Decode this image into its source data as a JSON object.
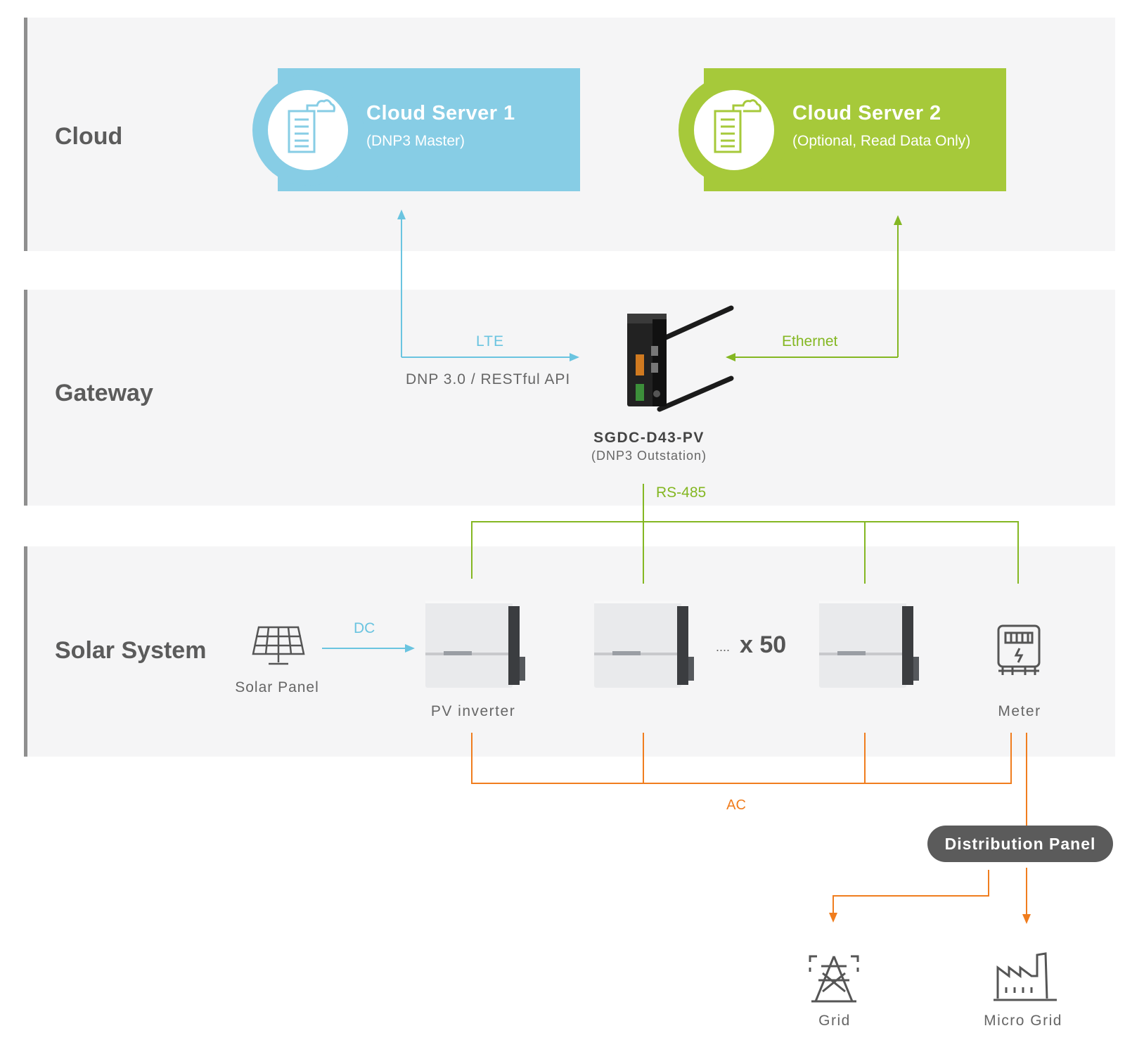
{
  "sections": {
    "cloud": "Cloud",
    "gateway": "Gateway",
    "solar": "Solar System"
  },
  "cloud_server_1": {
    "title": "Cloud Server 1",
    "subtitle": "(DNP3 Master)"
  },
  "cloud_server_2": {
    "title": "Cloud Server 2",
    "subtitle": "(Optional, Read Data Only)"
  },
  "gateway": {
    "device_name": "SGDC-D43-PV",
    "device_role": "(DNP3 Outstation)",
    "lte_label": "LTE",
    "protocol_label": "DNP 3.0 / RESTful API",
    "ethernet_label": "Ethernet",
    "rs485_label": "RS-485"
  },
  "solar": {
    "panel_label": "Solar Panel",
    "dc_label": "DC",
    "inverter_label": "PV inverter",
    "multiplier_dots": "....",
    "multiplier": "x 50",
    "meter_label": "Meter",
    "ac_label": "AC"
  },
  "distribution": {
    "panel_label": "Distribution Panel",
    "grid_label": "Grid",
    "micro_grid_label": "Micro Grid"
  },
  "colors": {
    "blue": "#87cde5",
    "green": "#a6c93a",
    "orange": "#f07d1e",
    "link_blue": "#6ac4e0",
    "link_green": "#84b722",
    "band": "#f5f5f6"
  },
  "icons": [
    "server-cloud-icon",
    "gateway-device-image",
    "solar-panel-icon",
    "pv-inverter-image",
    "meter-icon",
    "grid-tower-icon",
    "factory-icon"
  ]
}
